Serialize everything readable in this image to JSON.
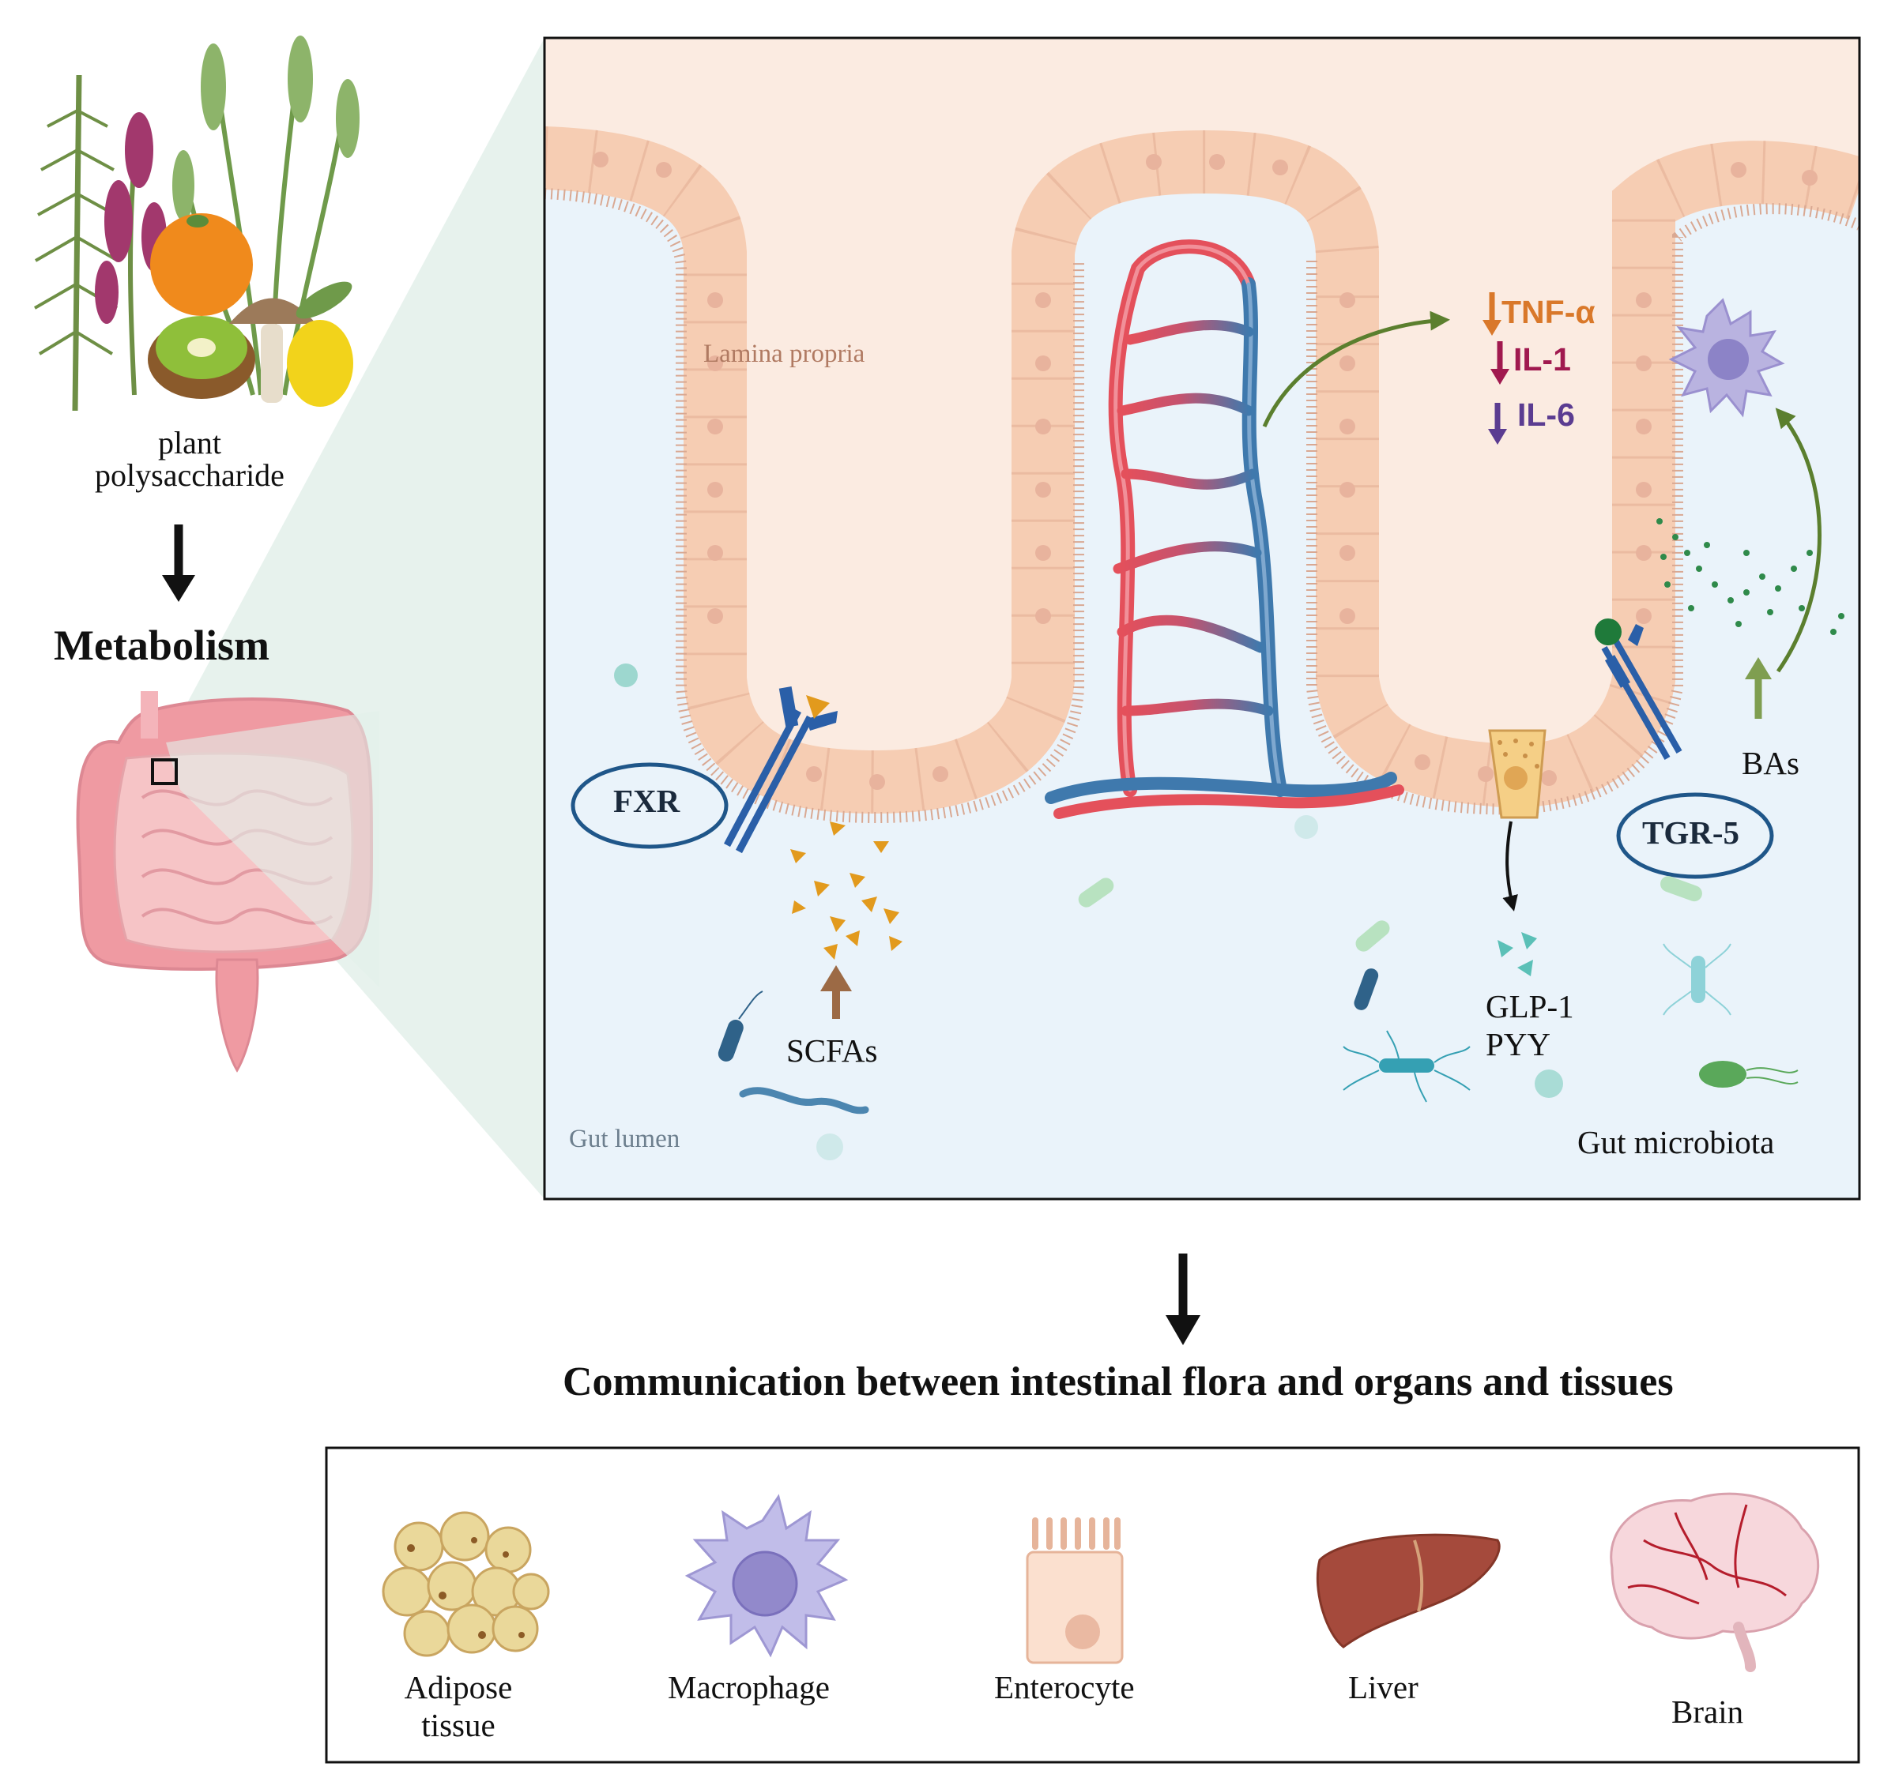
{
  "source": {
    "plant_label_line1": "plant",
    "plant_label_line2": "polysaccharide",
    "metabolism_label": "Metabolism"
  },
  "intestine": {
    "lamina_propria_label": "Lamina propria",
    "gut_lumen_label": "Gut lumen",
    "gut_microbiota_label": "Gut microbiota",
    "scfa_label": "SCFAs",
    "bile_acids_label": "BAs",
    "glp1_label": "GLP-1",
    "pyy_label": "PYY",
    "fxr_label": "FXR",
    "tgr5_label": "TGR-5",
    "cytokines": [
      {
        "label": "TNF-α",
        "color": "#d9782a"
      },
      {
        "label": "IL-1",
        "color": "#a0194f"
      },
      {
        "label": "IL-6",
        "color": "#5b3c91"
      }
    ]
  },
  "communication": {
    "title": "Communication between intestinal flora and organs and tissues",
    "targets": [
      {
        "line1": "Adipose",
        "line2": "tissue"
      },
      {
        "line1": "Macrophage"
      },
      {
        "line1": "Enterocyte"
      },
      {
        "line1": "Liver"
      },
      {
        "line1": "Brain"
      }
    ]
  },
  "colors": {
    "lumen": "#eaf3fa",
    "lamina": "#fbebe1",
    "epithelium": "#f6cdb3",
    "artery": "#e4505b",
    "vein": "#3f79ad",
    "receptor": "#2a5fa8",
    "scfa_triangle": "#e29a1d",
    "green_arrow": "#5b7f2e"
  }
}
